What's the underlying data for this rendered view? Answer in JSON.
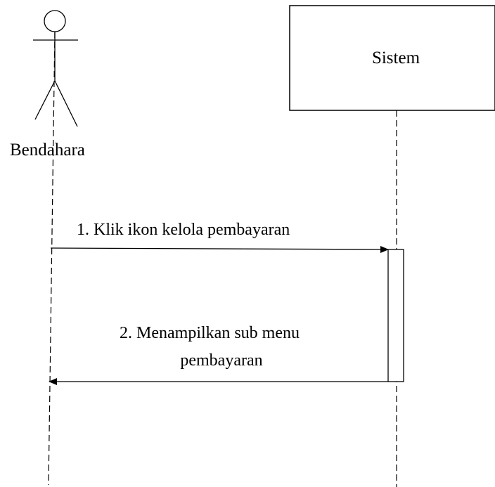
{
  "actors": {
    "bendahara": {
      "label": "Bendahara"
    },
    "sistem": {
      "label": "Sistem"
    }
  },
  "messages": [
    {
      "number": 1,
      "text": "1. Klik ikon kelola pembayaran",
      "from": "Bendahara",
      "to": "Sistem",
      "kind": "call"
    },
    {
      "number": 2,
      "text_lines": [
        "2. Menampilkan sub menu",
        "pembayaran"
      ],
      "from": "Sistem",
      "to": "Bendahara",
      "kind": "return"
    }
  ]
}
